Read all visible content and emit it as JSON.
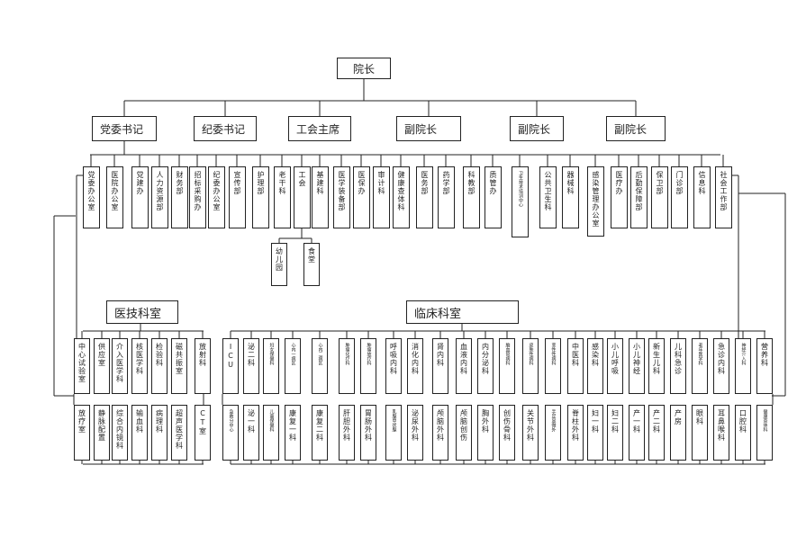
{
  "root": "院长",
  "row1": [
    "党委书记",
    "纪委书记",
    "工会主席",
    "副院长",
    "副院长",
    "副院长"
  ],
  "row2": [
    "党委办公室",
    "医院办公室",
    "党建办",
    "人力资源部",
    "财务部",
    "招标采购办",
    "纪委办公室",
    "宣传部",
    "护理部",
    "老干科",
    "工会",
    "基建科",
    "医学装备部",
    "医保办",
    "审计科",
    "健康查体科",
    "医务部",
    "药学部",
    "科教部",
    "质管办",
    "卫生技术培训中心",
    "公共卫生科",
    "器械科",
    "感染管理办公室",
    "医疗办",
    "后勤保障部",
    "保卫部",
    "门诊部",
    "信息科",
    "社会工作部"
  ],
  "gonghui_sub": [
    "幼儿园",
    "食堂"
  ],
  "yiji": {
    "title": "医技科室",
    "top": [
      "中心试验室",
      "供应室",
      "介入医学科",
      "核医学科",
      "检验科",
      "磁共振室",
      "放射科"
    ],
    "bottom": [
      "放疗室",
      "静脉配置",
      "综合内镜科",
      "输血科",
      "病理科",
      "超声医学科",
      "CT室"
    ]
  },
  "linchuang": {
    "title": "临床科室",
    "top": [
      "ICU",
      "泌二科",
      "妇女保健科",
      "心内一病区",
      "心内二病区",
      "肿瘤化疗科",
      "肿瘤放疗科",
      "呼吸内科",
      "消化内科",
      "肾内科",
      "血液内科",
      "内分泌科",
      "脑血管病科",
      "皮肤性病科",
      "变性性病科",
      "中医科",
      "感染科",
      "小儿呼吸",
      "小儿神经",
      "新生儿科",
      "儿科急诊",
      "老年医学科",
      "急诊内科",
      "神经介入科",
      "营养科"
    ],
    "bottom": [
      "急救分中心",
      "泌一科",
      "儿童保健科",
      "康复一科",
      "康复二科",
      "肝胆外科",
      "胃肠外科",
      "乳腺甲状腺",
      "泌尿外科",
      "颅脑外科",
      "颅脑创伤",
      "胸外科",
      "创伤骨科",
      "关节外科",
      "手足显微外",
      "脊柱外科",
      "妇一科",
      "妇二科",
      "产一科",
      "产二科",
      "产房",
      "眼科",
      "耳鼻喉科",
      "口腔科",
      "健康查体科"
    ]
  }
}
